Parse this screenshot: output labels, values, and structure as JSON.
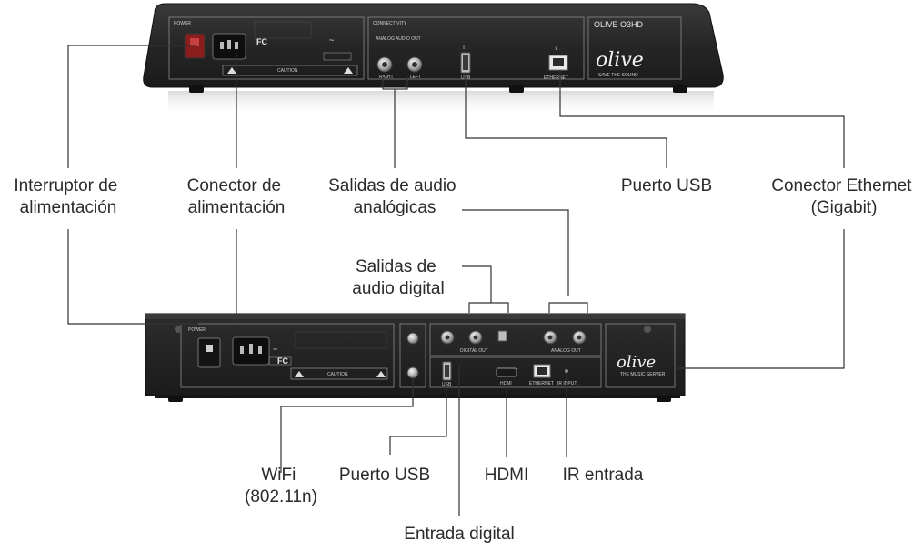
{
  "labels": {
    "power_switch": [
      "Interruptor de",
      "alimentación"
    ],
    "power_connector": [
      "Conector de",
      "alimentación"
    ],
    "analog_outputs": [
      "Salidas de audio",
      "analógicas"
    ],
    "usb_top": "Puerto USB",
    "ethernet": [
      "Conector Ethernet",
      "(Gigabit)"
    ],
    "digital_outputs": [
      "Salidas de",
      "audio digital"
    ],
    "wifi": [
      "WiFi",
      "(802.11n)"
    ],
    "usb_bottom": "Puerto USB",
    "hdmi": "HDMI",
    "ir_input": "IR entrada",
    "digital_input": "Entrada digital"
  },
  "top_device": {
    "power_panel_title": "POWER",
    "connectivity_title": "CONNECTIVITY",
    "model_panel_title": "OLIVE O3HD",
    "analog_caption": "ANALOG AUDIO OUT",
    "left_caption": "RIGHT",
    "right_caption": "LEFT",
    "usb_caption": "USB",
    "ethernet_caption": "ETHERNET",
    "fcc_mark": "FC",
    "caution_text": "CAUTION",
    "logo_text": "olive",
    "tagline": "SAVE THE SOUND"
  },
  "bottom_device": {
    "power_panel_title": "POWER",
    "fcc_mark": "FC",
    "caution_text": "CAUTION",
    "logo_text": "olive",
    "tagline": "THE MUSIC SERVER",
    "usb_caption": "USB",
    "hdmi_caption": "HDMI",
    "ethernet_caption": "ETHERNET",
    "ir_caption": "IR INPUT",
    "digital_out_caption": "DIGITAL OUT",
    "analog_out_caption": "ANALOG OUT"
  },
  "colors": {
    "device_body": "#2a2a2a",
    "device_edge": "#111111",
    "panel_line": "#8a8a8a",
    "label_text": "#2b2b2b",
    "leader_line": "#333333"
  }
}
